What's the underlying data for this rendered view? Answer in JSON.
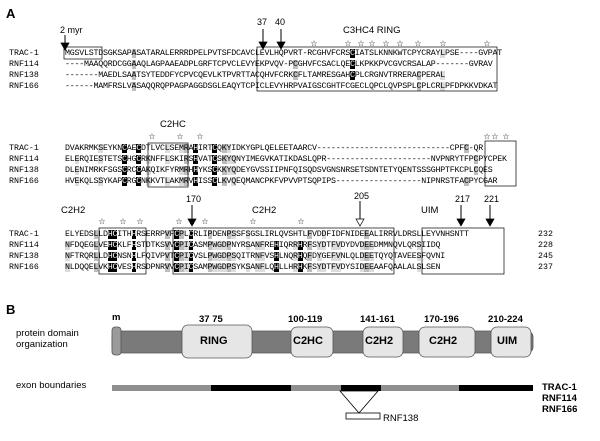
{
  "panelA": {
    "label": "A",
    "blocks": [
      {
        "names": [
          "TRAC-1",
          "RNF114",
          "RNF138",
          "RNF166"
        ],
        "seqs": [
          "MGSVLSTDSGKSAPASATARALERRRDPELPVTSFDCAVCLEVLHQPVRT-RCGHVFCRSCIATSLKNNKWTCPYCRAYLPSE----GVPAT",
          "----MAAQQRDCGGAAQLAGPAAEADPLGRFTCPVCLEVYEKPVQV-PCGHVFCSACLQECLKPKKPVCGVCRSALAP-------GVRAV",
          "-------MAEDLSAATSYTEDDFYCPVCQEVLKTPVRTTACQHVFCRKCFLTAMRESGAHCPLCRGNVTRRERACPERAL",
          "------MAMFRSLVASAQQRQPPAGPAGGDSGLEAQYTCPICLEVYHRPVAIGSCGHTFCGECLQPCLQVPSPLCPLCRLPFDPKKVDKAT"
        ]
      },
      {
        "names": [
          "TRAC-1",
          "RNF114",
          "RNF138",
          "RNF166"
        ],
        "seqs": [
          "DVAKRMKSEYKNCAECDTLVCLSEMRAHIRTCQKYIDKYGPLQELEETAARCV----------------------------CPFC-QR",
          "ELERQIESTETSCHGCRKNFFLSKIRSHVATCSKYQNYIMEGVKATIKDASLQPR----------------------NVPNRYTFPCPYCPEK",
          "DLENIMRKFSGSCRCCAKQIKFYRMRHHYKSCKKYQDEYGVSSIIPNFQISQDSVGNSNRSETSDNTETYQENTSSSGHPTFKCPLCQES",
          "HVEKQLSSYKAPCRGCNKKVTLAKMRVHISSCLKVQEQMANCPKFVPVVPTSQPIPS------------------NIPNRSTFACPYCGAR"
        ]
      },
      {
        "names": [
          "TRAC-1",
          "RNF114",
          "RNF138",
          "RNF166"
        ],
        "seqs": [
          "ELYEDSLLDHCITHHRSERRPVFCPLCRLIPDENPSSFSGSLIRLQVSHTLFVDDFIDFNIDEEALIRRVLDRSLLEYVNHSNTT",
          "NFDQEGLVEHCKLFHSTDTKSVVCPICASMPWGDPNYRSANFREHIQRRHRFSYDTFVDYDVDEEDMMNQVLQRSIIDQ",
          "NFTRQRLLDHCNSNHLFQIVPVTCPICVSLPWGDPSQITRNFVSHLNQRHQFDYGEFVNLQLDEETQYQTAVEESFQVNI",
          "NLDQQELVKHCVESHRSDPNRVVCPICSAMPWGDPSYKSANFLQHLLHRHKFSYDTFVDYSIDEEAAFQAALALSLSEN"
        ],
        "ends": [
          "232",
          "228",
          "245",
          "237"
        ]
      }
    ],
    "annotations": {
      "myr": "2 myr",
      "num37": "37",
      "num40": "40",
      "c3hc4": "C3HC4 RING",
      "c2hc": "C2HC",
      "c2h2_first": "C2H2",
      "num170": "170",
      "c2h2_second": "C2H2",
      "num205": "205",
      "uim": "UIM",
      "num217": "217",
      "num221": "221"
    }
  },
  "panelB": {
    "label": "B",
    "row_label": "protein domain organization",
    "m_label": "m",
    "domains": [
      {
        "name": "RING",
        "range": "37    75"
      },
      {
        "name": "C2HC",
        "range": "100-119"
      },
      {
        "name": "C2H2",
        "range": "141-161"
      },
      {
        "name": "C2H2",
        "range": "170-196"
      },
      {
        "name": "UIM",
        "range": "210-224"
      }
    ],
    "exon_label": "exon boundaries",
    "insert_label": "RNF138",
    "legend": [
      "TRAC-1",
      "RNF114",
      "RNF166"
    ]
  },
  "colors": {
    "black": "#000000",
    "gray": "#bdbdbd",
    "bar": "#7a7a7a",
    "domain": "#e6e6e6"
  }
}
